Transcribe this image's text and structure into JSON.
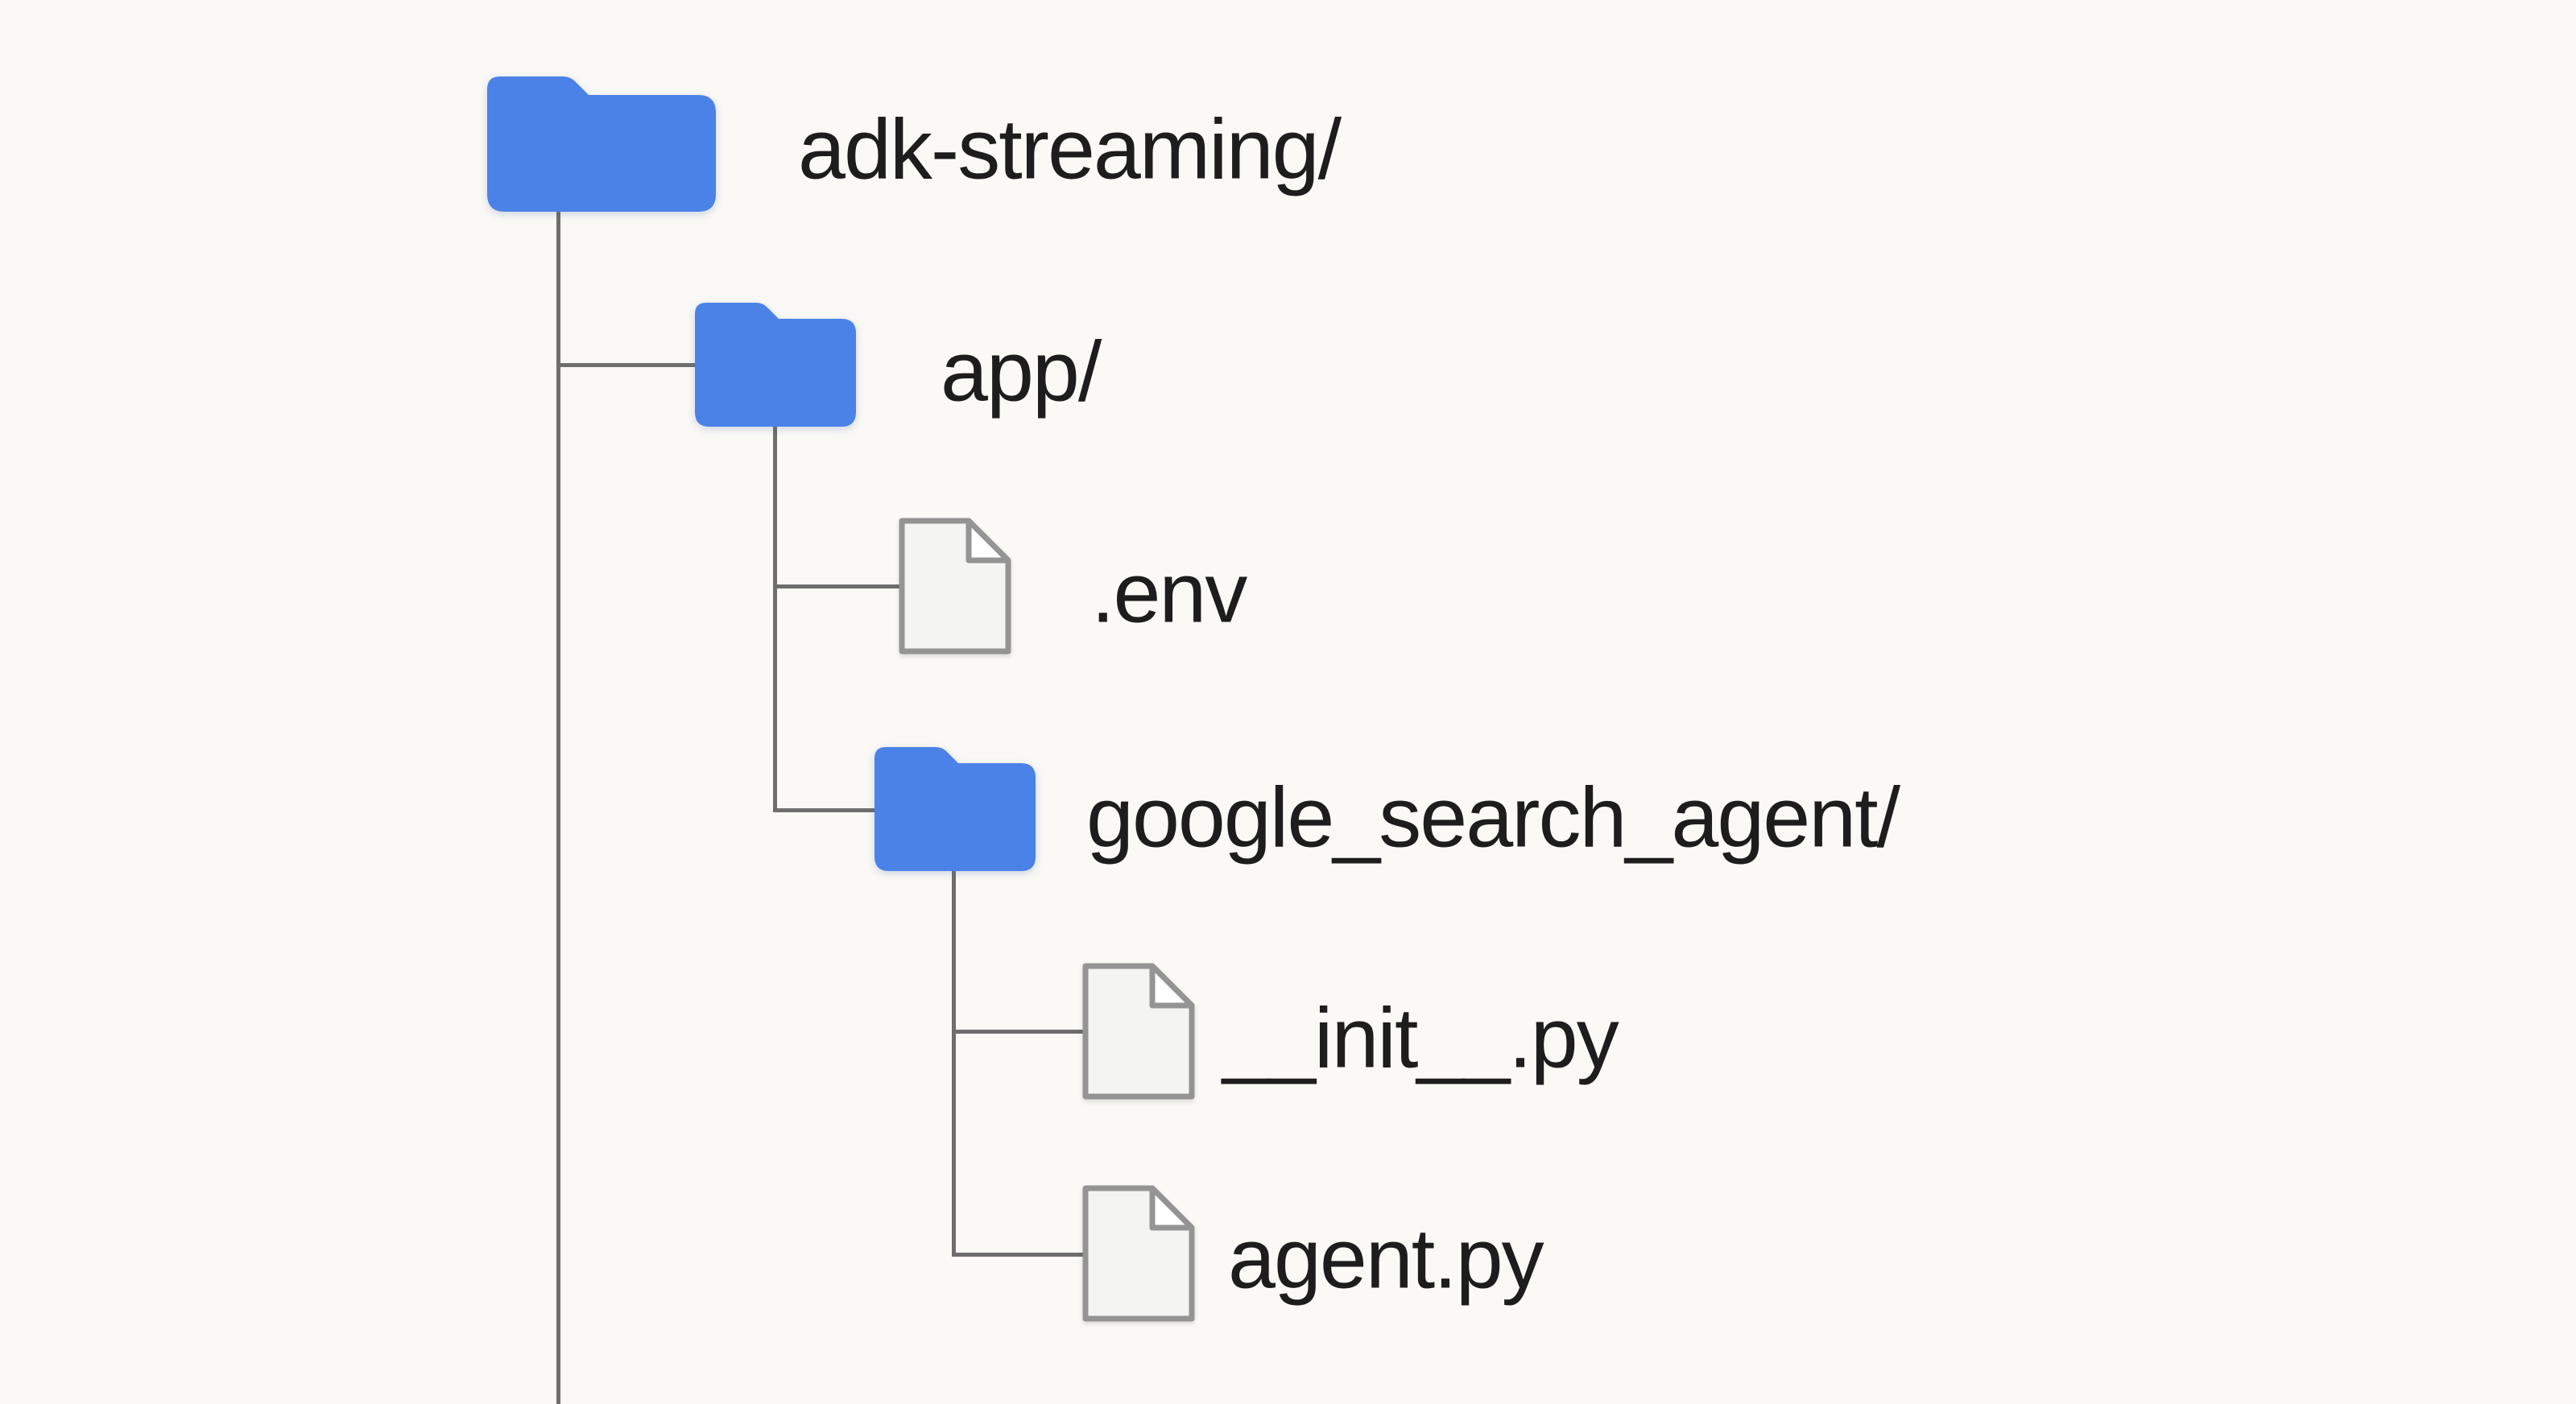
{
  "diagram": {
    "kind": "directory-tree",
    "root_label": "adk-streaming/"
  },
  "colors": {
    "background": "#FAF9F6",
    "folder": "#4A82E8",
    "connector_line": "#6E6E6E",
    "file_outline": "#949494",
    "file_fill": "#F4F4F2",
    "label_text": "#1D1D1D"
  },
  "tree": {
    "nodes": [
      {
        "id": "adk-streaming",
        "label": "adk-streaming/",
        "type": "folder",
        "depth": 0,
        "parent": null,
        "icon": "folder-icon"
      },
      {
        "id": "app",
        "label": "app/",
        "type": "folder",
        "depth": 1,
        "parent": "adk-streaming",
        "icon": "folder-icon"
      },
      {
        "id": "env",
        "label": ".env",
        "type": "file",
        "depth": 2,
        "parent": "app",
        "icon": "file-icon"
      },
      {
        "id": "google-search-agent",
        "label": "google_search_agent/",
        "type": "folder",
        "depth": 2,
        "parent": "app",
        "icon": "folder-icon"
      },
      {
        "id": "init-py",
        "label": "__init__.py",
        "type": "file",
        "depth": 3,
        "parent": "google-search-agent",
        "icon": "file-icon"
      },
      {
        "id": "agent-py",
        "label": "agent.py",
        "type": "file",
        "depth": 3,
        "parent": "google-search-agent",
        "icon": "file-icon"
      }
    ]
  }
}
